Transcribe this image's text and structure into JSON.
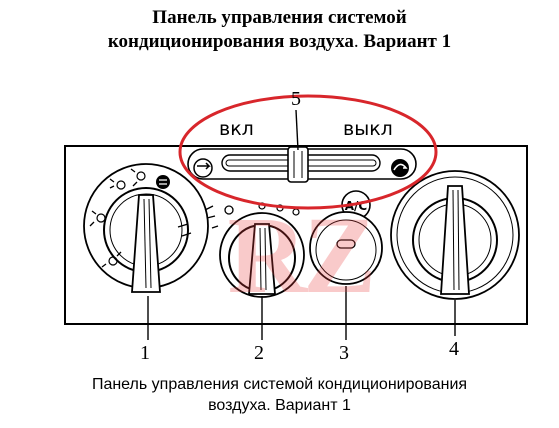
{
  "title": {
    "line1": "Панель управления системой",
    "line2_a": "кондиционирования воздуха",
    "line2_sep": ".",
    "line2_b": " Вариант 1"
  },
  "switch_labels": {
    "on": "вкл",
    "off": "выкл"
  },
  "callouts": [
    "1",
    "2",
    "3",
    "4",
    "5"
  ],
  "ac_button_label": "A/C",
  "watermark": "RZ",
  "caption": {
    "line1": "Панель управления системой кондиционирования",
    "line2": "воздуха. Вариант 1"
  },
  "colors": {
    "highlight_ring": "#d8262b",
    "watermark": "#e8423f",
    "line": "#000000"
  }
}
